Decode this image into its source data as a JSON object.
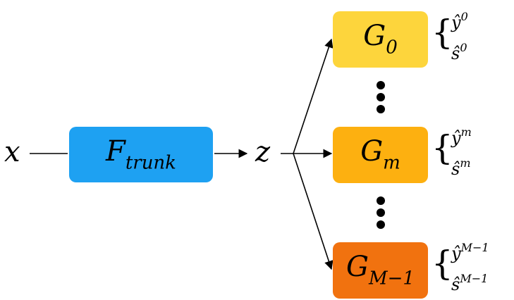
{
  "input_label": "x",
  "latent_label": "z",
  "trunk": {
    "symbol": "F",
    "subscript": "trunk"
  },
  "heads": [
    {
      "symbol": "G",
      "subscript": "0",
      "out_y": "ŷ",
      "out_s": "ŝ",
      "index": "0"
    },
    {
      "symbol": "G",
      "subscript": "m",
      "out_y": "ŷ",
      "out_s": "ŝ",
      "index": "m"
    },
    {
      "symbol": "G",
      "subscript": "M−1",
      "out_y": "ŷ",
      "out_s": "ŝ",
      "index": "M−1"
    }
  ],
  "colors": {
    "trunk": "#1ea1f2",
    "head_0": "#fdd53c",
    "head_m": "#fdb010",
    "head_last": "#f1720f"
  }
}
